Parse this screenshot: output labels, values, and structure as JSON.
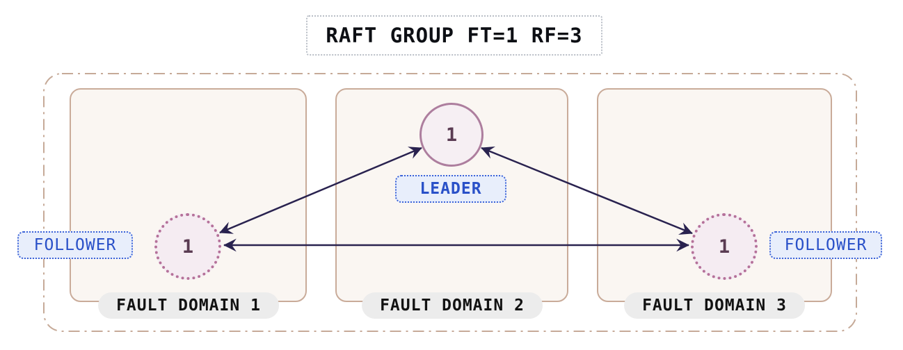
{
  "title": "RAFT GROUP FT=1 RF=3",
  "diagram": {
    "type": "raft-replication-topology",
    "fault_domains": [
      {
        "label": "FAULT DOMAIN 1",
        "node": {
          "id": "1",
          "role": "FOLLOWER"
        }
      },
      {
        "label": "FAULT DOMAIN 2",
        "node": {
          "id": "1",
          "role": "LEADER"
        }
      },
      {
        "label": "FAULT DOMAIN 3",
        "node": {
          "id": "1",
          "role": "FOLLOWER"
        }
      }
    ],
    "connections": [
      {
        "from": "follower-fault-domain-1",
        "to": "leader-fault-domain-2",
        "bidirectional": true
      },
      {
        "from": "follower-fault-domain-3",
        "to": "leader-fault-domain-2",
        "bidirectional": true
      },
      {
        "from": "follower-fault-domain-1",
        "to": "follower-fault-domain-3",
        "bidirectional": true
      }
    ]
  },
  "colors": {
    "arrow": "#29224f",
    "outer_border": "#c6aa98",
    "domain_border": "#c9ab99",
    "domain_fill": "#faf6f2",
    "leader_circle_border": "#ad7e9e",
    "follower_circle_border": "#b5719a",
    "circle_fill": "#f5ecf2",
    "circle_text": "#5a3b52",
    "role_label_text": "#2950c8",
    "role_label_bg": "#e8eefb",
    "role_label_border": "#3a62d8",
    "pill_bg": "#ececec",
    "title_border": "#b9bec6"
  }
}
